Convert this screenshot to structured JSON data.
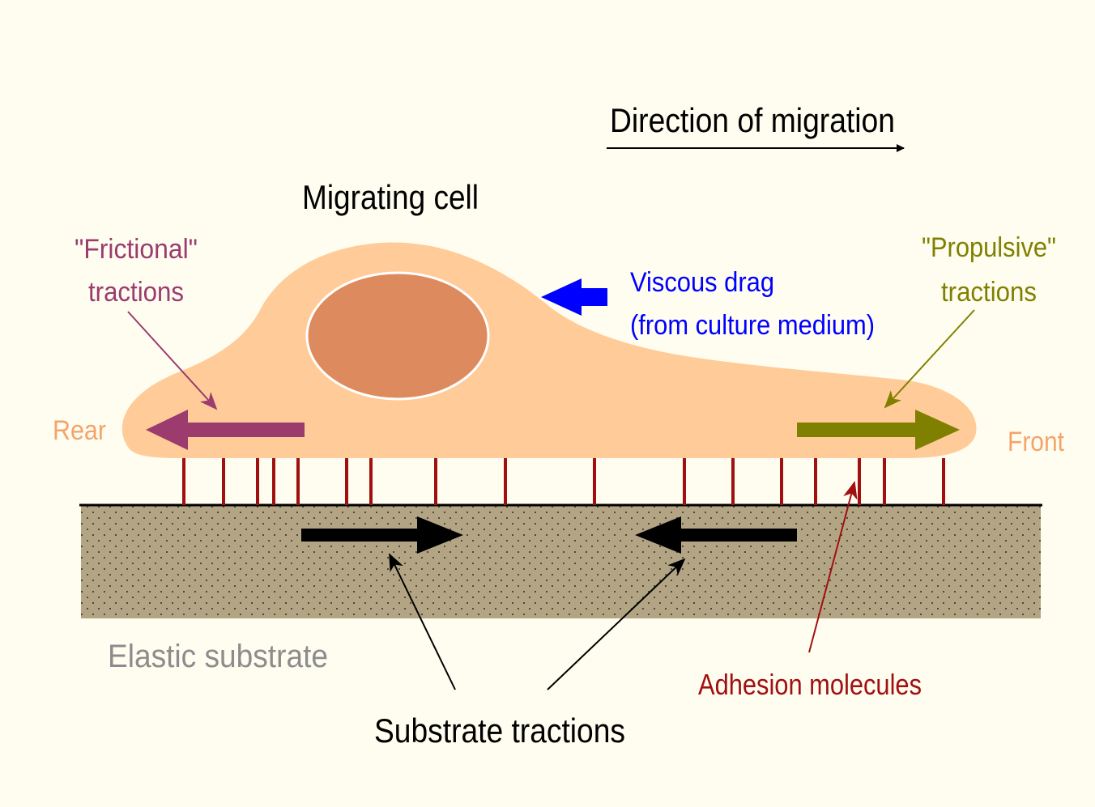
{
  "labels": {
    "direction": "Direction of migration",
    "cell": "Migrating cell",
    "frictional_line1": "\"Frictional\"",
    "frictional_line2": "tractions",
    "propulsive_line1": "\"Propulsive\"",
    "propulsive_line2": "tractions",
    "viscous_line1": "Viscous drag",
    "viscous_line2": "(from culture medium)",
    "rear": "Rear",
    "front": "Front",
    "substrate": "Elastic substrate",
    "adhesion": "Adhesion molecules",
    "substrate_tractions": "Substrate tractions"
  },
  "colors": {
    "background": "#fffdf0",
    "cell_body": "#ffcc99",
    "nucleus": "#dd8b5e",
    "nucleus_outline": "#ffffff",
    "frictional": "#9b3b6e",
    "propulsive": "#808000",
    "viscous": "#0000ff",
    "rear_front_label": "#f4a46a",
    "substrate": "#b3a583",
    "adhesion": "#a01010",
    "substrate_label": "#8c8c8c",
    "text": "#000000"
  }
}
